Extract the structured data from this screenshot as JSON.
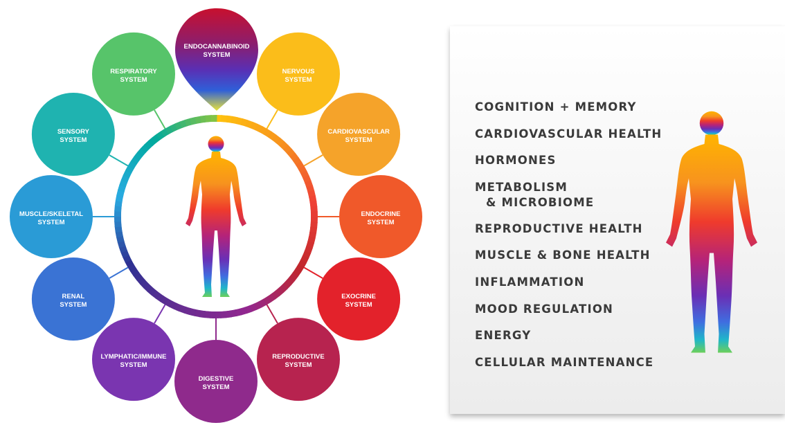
{
  "diagram": {
    "center_node": {
      "label_line1": "ENDOCANNABINOID",
      "label_line2": "SYSTEM"
    },
    "nodes": [
      {
        "line1": "NERVOUS",
        "line2": "SYSTEM",
        "color": "#fbbd1a"
      },
      {
        "line1": "CARDIOVASCULAR",
        "line2": "SYSTEM",
        "color": "#f5a32a"
      },
      {
        "line1": "ENDOCRINE",
        "line2": "SYSTEM",
        "color": "#f0592a"
      },
      {
        "line1": "EXOCRINE",
        "line2": "SYSTEM",
        "color": "#e3222b"
      },
      {
        "line1": "REPRODUCTIVE",
        "line2": "SYSTEM",
        "color": "#b7234f"
      },
      {
        "line1": "DIGESTIVE",
        "line2": "SYSTEM",
        "color": "#8f2a8c"
      },
      {
        "line1": "LYMPHATIC/IMMUNE",
        "line2": "SYSTEM",
        "color": "#7a35b0"
      },
      {
        "line1": "RENAL",
        "line2": "SYSTEM",
        "color": "#3a73d4"
      },
      {
        "line1": "MUSCLE/SKELETAL",
        "line2": "SYSTEM",
        "color": "#2a9bd6"
      },
      {
        "line1": "SENSORY",
        "line2": "SYSTEM",
        "color": "#1fb3b0"
      },
      {
        "line1": "RESPIRATORY",
        "line2": "SYSTEM",
        "color": "#57c46a"
      }
    ]
  },
  "benefits": [
    "COGNITION + MEMORY",
    "CARDIOVASCULAR HEALTH",
    "HORMONES",
    "METABOLISM",
    "& MICROBIOME",
    "REPRODUCTIVE HEALTH",
    "MUSCLE & BONE HEALTH",
    "INFLAMMATION",
    "MOOD REGULATION",
    "ENERGY",
    "CELLULAR MAINTENANCE"
  ],
  "gradient_colors": [
    "#ffc20e",
    "#f7931e",
    "#ef4136",
    "#c1272d",
    "#92278f",
    "#662d91",
    "#2e3192",
    "#29abe2",
    "#00a99d",
    "#8cc63f"
  ]
}
